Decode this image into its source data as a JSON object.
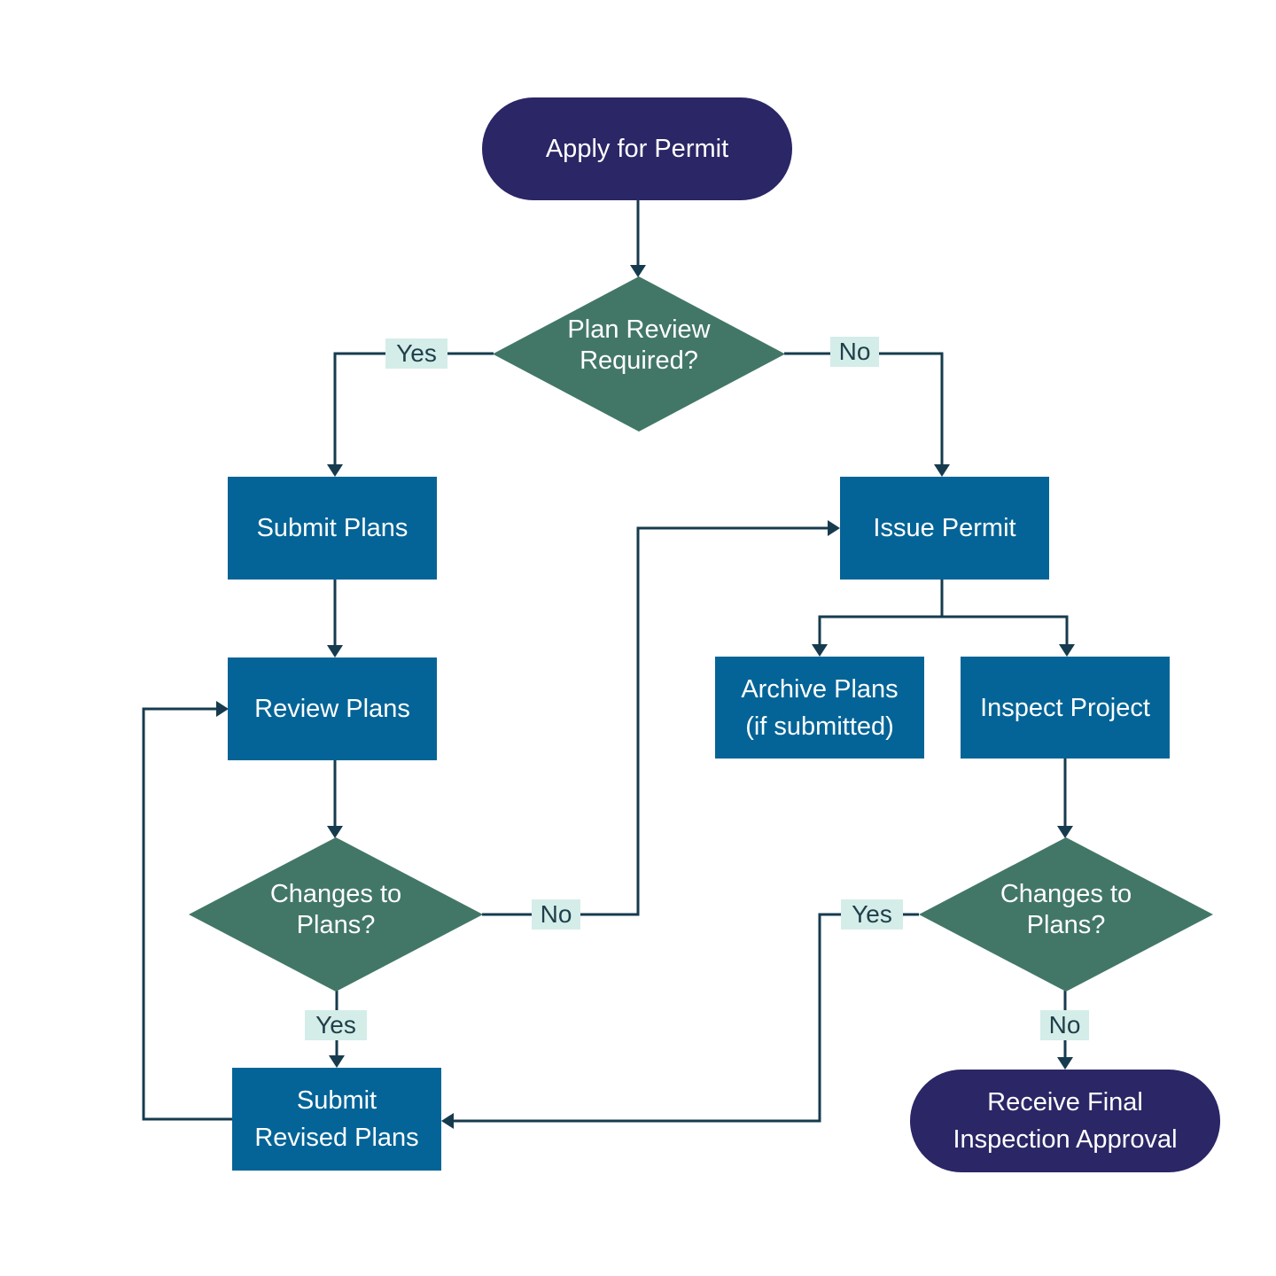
{
  "diagram": {
    "type": "flowchart",
    "colors": {
      "terminal": "#2b2666",
      "process": "#046497",
      "decision": "#427767",
      "connector": "#163b4e",
      "label_background": "#d4ede9",
      "label_text": "#1f3f4a"
    },
    "nodes": {
      "apply_for_permit": {
        "kind": "terminal",
        "lines": [
          "Apply for Permit"
        ]
      },
      "plan_review_required": {
        "kind": "decision",
        "lines": [
          "Plan Review",
          "Required?"
        ]
      },
      "submit_plans": {
        "kind": "process",
        "lines": [
          "Submit Plans"
        ]
      },
      "issue_permit": {
        "kind": "process",
        "lines": [
          "Issue Permit"
        ]
      },
      "review_plans": {
        "kind": "process",
        "lines": [
          "Review Plans"
        ]
      },
      "archive_plans": {
        "kind": "process",
        "lines": [
          "Archive Plans",
          "(if submitted)"
        ]
      },
      "inspect_project": {
        "kind": "process",
        "lines": [
          "Inspect Project"
        ]
      },
      "changes_to_plans_review": {
        "kind": "decision",
        "lines": [
          "Changes to",
          "Plans?"
        ]
      },
      "changes_to_plans_inspection": {
        "kind": "decision",
        "lines": [
          "Changes to",
          "Plans?"
        ]
      },
      "submit_revised_plans": {
        "kind": "process",
        "lines": [
          "Submit",
          "Revised Plans"
        ]
      },
      "receive_final_approval": {
        "kind": "terminal",
        "lines": [
          "Receive Final",
          "Inspection Approval"
        ]
      }
    },
    "edge_labels": {
      "review_required_yes": "Yes",
      "review_required_no": "No",
      "review_changes_no": "No",
      "review_changes_yes": "Yes",
      "inspection_changes_yes": "Yes",
      "inspection_changes_no": "No"
    },
    "edges": [
      {
        "from": "apply_for_permit",
        "to": "plan_review_required"
      },
      {
        "from": "plan_review_required",
        "to": "submit_plans",
        "label": "review_required_yes"
      },
      {
        "from": "plan_review_required",
        "to": "issue_permit",
        "label": "review_required_no"
      },
      {
        "from": "submit_plans",
        "to": "review_plans"
      },
      {
        "from": "review_plans",
        "to": "changes_to_plans_review"
      },
      {
        "from": "changes_to_plans_review",
        "to": "issue_permit",
        "label": "review_changes_no"
      },
      {
        "from": "changes_to_plans_review",
        "to": "submit_revised_plans",
        "label": "review_changes_yes"
      },
      {
        "from": "submit_revised_plans",
        "to": "review_plans"
      },
      {
        "from": "issue_permit",
        "to": "archive_plans"
      },
      {
        "from": "issue_permit",
        "to": "inspect_project"
      },
      {
        "from": "inspect_project",
        "to": "changes_to_plans_inspection"
      },
      {
        "from": "changes_to_plans_inspection",
        "to": "submit_revised_plans",
        "label": "inspection_changes_yes"
      },
      {
        "from": "changes_to_plans_inspection",
        "to": "receive_final_approval",
        "label": "inspection_changes_no"
      }
    ]
  }
}
